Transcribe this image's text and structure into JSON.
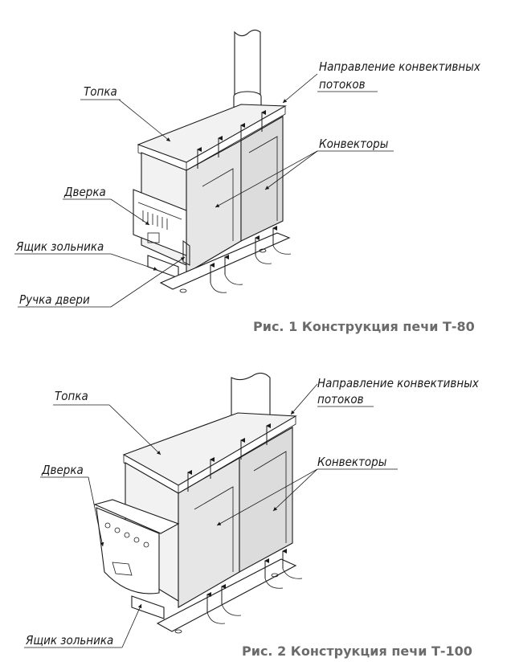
{
  "figure1": {
    "caption": "Рис. 1 Конструкция печи Т-80",
    "labels": {
      "topka": "Топка",
      "flow_line1": "Направление конвективных",
      "flow_line2": "потоков",
      "convectors": "Конвекторы",
      "door": "Дверка",
      "ash_box": "Ящик зольника",
      "door_handle": "Ручка двери"
    }
  },
  "figure2": {
    "caption": "Рис. 2 Конструкция печи Т-100",
    "labels": {
      "topka": "Топка",
      "flow_line1": "Направление конвективных",
      "flow_line2": "потоков",
      "convectors": "Конвекторы",
      "door": "Дверка",
      "ash_box": "Ящик зольника"
    }
  },
  "colors": {
    "line": "#1a1a1a",
    "caption": "#6b6b6b",
    "background": "#ffffff"
  }
}
